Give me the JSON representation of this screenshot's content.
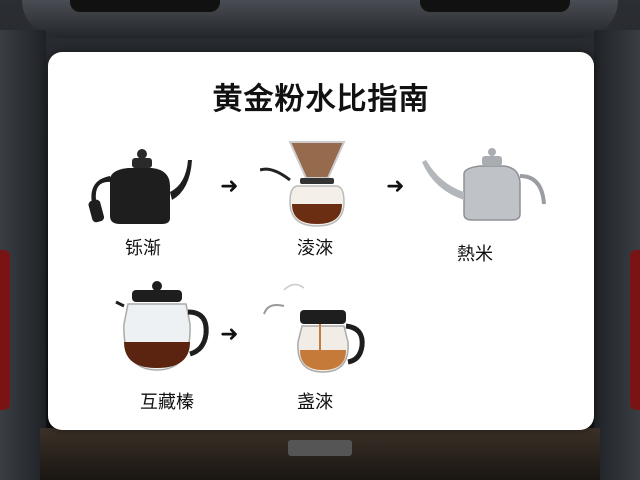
{
  "title": "黄金粉水比指南",
  "steps_row1": [
    {
      "label": "铄渐",
      "icon": "gooseneck-kettle-black-icon"
    },
    {
      "label": "淩淶",
      "icon": "pour-over-dripper-icon"
    },
    {
      "label": "熱米",
      "icon": "gooseneck-kettle-steel-icon"
    }
  ],
  "steps_row2": [
    {
      "label": "互藏榛",
      "icon": "french-press-icon"
    },
    {
      "label": "盏淶",
      "icon": "glass-server-kettle-icon"
    }
  ],
  "arrow_glyph": "➜"
}
